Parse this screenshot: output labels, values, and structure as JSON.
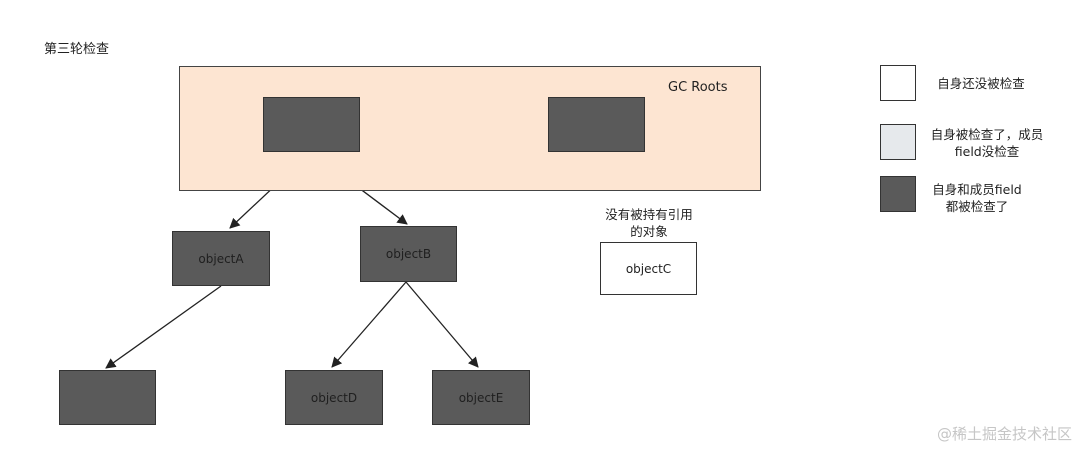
{
  "title": "第三轮检查",
  "gc_roots_label": "GC Roots",
  "nodes": {
    "root1": {
      "label": ""
    },
    "root2": {
      "label": ""
    },
    "objectA": {
      "label": "objectA"
    },
    "objectB": {
      "label": "objectB"
    },
    "child_a": {
      "label": ""
    },
    "objectD": {
      "label": "objectD"
    },
    "objectE": {
      "label": "objectE"
    },
    "objectC": {
      "label": "objectC"
    }
  },
  "unreferenced_note": {
    "line1": "没有被持有引用",
    "line2": "的对象"
  },
  "legend": {
    "unchecked": {
      "line1": "自身还没被检查",
      "color": "#ffffff"
    },
    "partially_checked": {
      "line1": "自身被检查了，成员",
      "line2": "field没检查",
      "color": "#e6e9ec"
    },
    "fully_checked": {
      "line1": "自身和成员field",
      "line2": "都被检查了",
      "color": "#5a5a5a"
    }
  },
  "colors": {
    "region_fill": "#fde5d2",
    "node_dark": "#5a5a5a",
    "border": "#333333"
  },
  "watermark": "@稀土掘金技术社区"
}
